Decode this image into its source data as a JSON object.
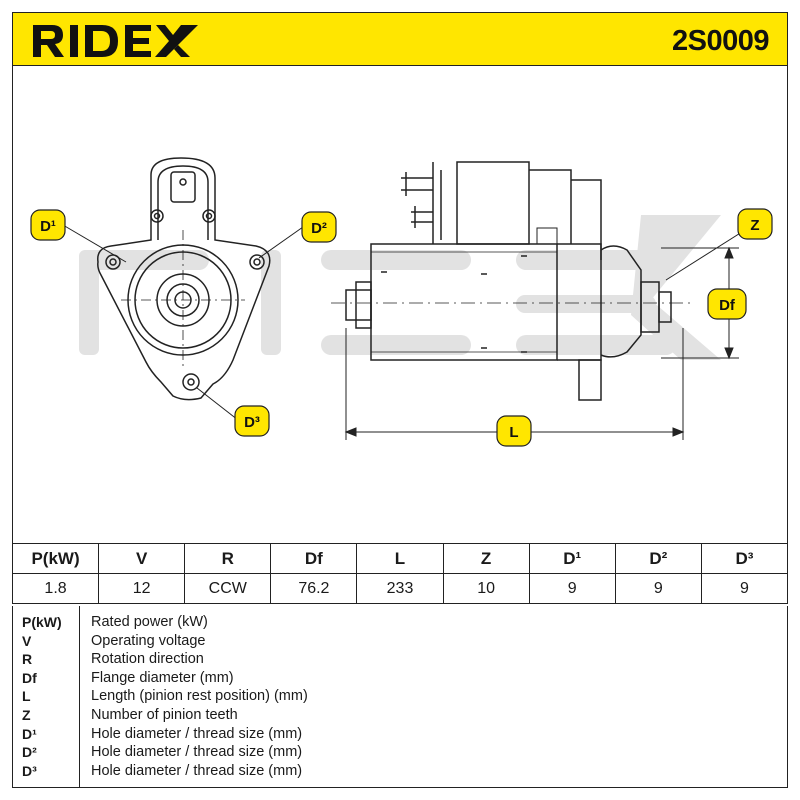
{
  "header": {
    "brand": "RIDEX",
    "part_number": "2S0009",
    "background": "#ffe600"
  },
  "drawing": {
    "callouts": {
      "d1": "D¹",
      "d2": "D²",
      "d3": "D³",
      "z": "Z",
      "df": "Df",
      "l": "L"
    },
    "callout_color": "#ffe600",
    "watermark": "RIDEX"
  },
  "specs": {
    "headers": [
      "P(kW)",
      "V",
      "R",
      "Df",
      "L",
      "Z",
      "D¹",
      "D²",
      "D³"
    ],
    "values": [
      "1.8",
      "12",
      "CCW",
      "76.2",
      "233",
      "10",
      "9",
      "9",
      "9"
    ]
  },
  "legend": [
    {
      "symbol": "P(kW)",
      "description": "Rated power (kW)"
    },
    {
      "symbol": "V",
      "description": "Operating voltage"
    },
    {
      "symbol": "R",
      "description": "Rotation direction"
    },
    {
      "symbol": "Df",
      "description": "Flange diameter (mm)"
    },
    {
      "symbol": "L",
      "description": "Length (pinion rest position) (mm)"
    },
    {
      "symbol": "Z",
      "description": "Number of pinion teeth"
    },
    {
      "symbol": "D¹",
      "description": "Hole diameter / thread size (mm)"
    },
    {
      "symbol": "D²",
      "description": "Hole diameter / thread size (mm)"
    },
    {
      "symbol": "D³",
      "description": "Hole diameter / thread size (mm)"
    }
  ]
}
